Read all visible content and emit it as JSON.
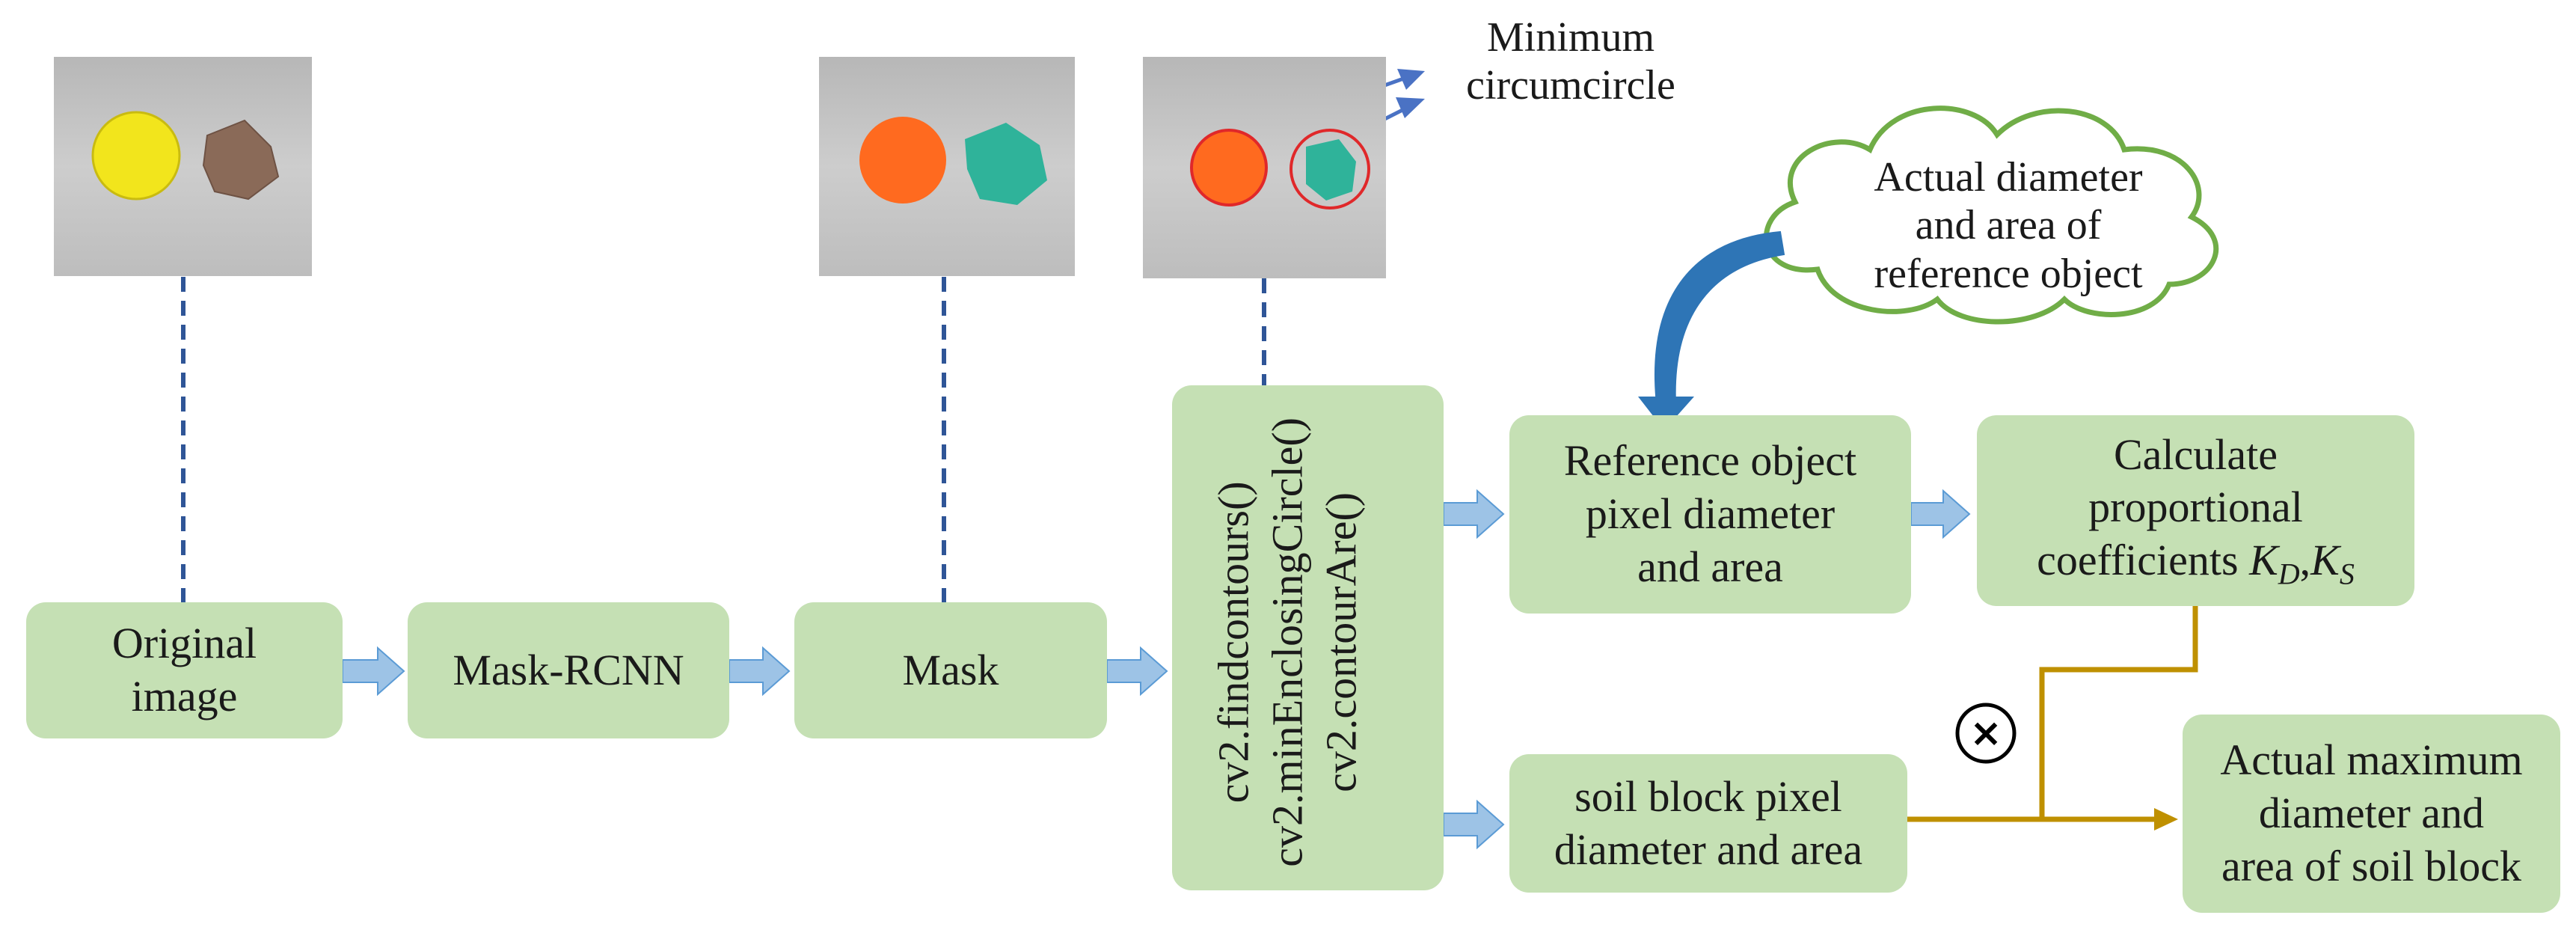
{
  "boxes": {
    "original_image": [
      "Original",
      "image"
    ],
    "mask_rcnn": "Mask-RCNN",
    "mask": "Mask",
    "opencv_funcs": [
      "cv2.findcontours()",
      "cv2.minEnclosingCircle()",
      "cv2.contourAre()"
    ],
    "reference_pixel": [
      "Reference object",
      "pixel diameter",
      "and area"
    ],
    "calculate": [
      "Calculate",
      "proportional",
      "coefficients"
    ],
    "coef_kd": "K",
    "coef_kd_sub": "D",
    "coef_sep": ",",
    "coef_ks": "K",
    "coef_ks_sub": "S",
    "soil_pixel": [
      "soil block pixel",
      "diameter and area"
    ],
    "actual_soil": [
      "Actual maximum",
      "diameter and",
      "area of soil block"
    ]
  },
  "cloud": [
    "Actual diameter",
    "and area of",
    "reference object"
  ],
  "labels": {
    "min_circle": [
      "Minimum",
      "circumcircle"
    ],
    "multiply": "×"
  },
  "colors": {
    "box_fill": "#c5e0b4",
    "dashed_line": "#2f5597",
    "block_arrow": "#9dc3e6",
    "gold_line": "#bf9000",
    "cloud_stroke": "#70ad47",
    "curved_arrow": "#2e75b6",
    "yellow_disc": "#f2e51c",
    "orange_disc": "#ff6a1f",
    "teal_stone": "#2fb39a",
    "brown_stone": "#8a6a58",
    "red_circle": "#e0282a"
  }
}
